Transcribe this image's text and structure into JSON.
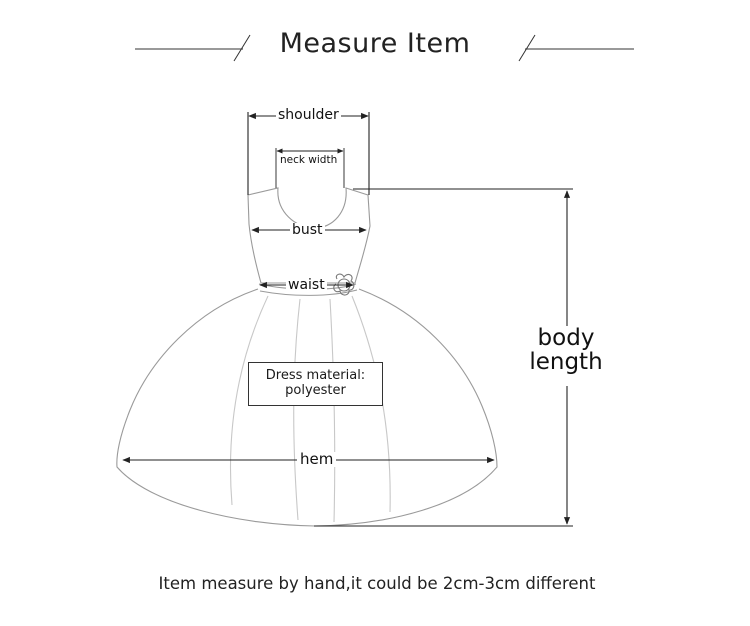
{
  "title": "Measure Item",
  "labels": {
    "shoulder": "shoulder",
    "neck_width": "neck width",
    "bust": "bust",
    "waist": "waist",
    "hem": "hem",
    "body_length_line1": "body",
    "body_length_line2": "length"
  },
  "material_box": {
    "line1": "Dress material:",
    "line2": "polyester"
  },
  "note": "Item measure by hand,it could be 2cm-3cm different",
  "colors": {
    "line": "#333333",
    "sketch": "#9a9a9a",
    "text": "#1a1a1a"
  }
}
